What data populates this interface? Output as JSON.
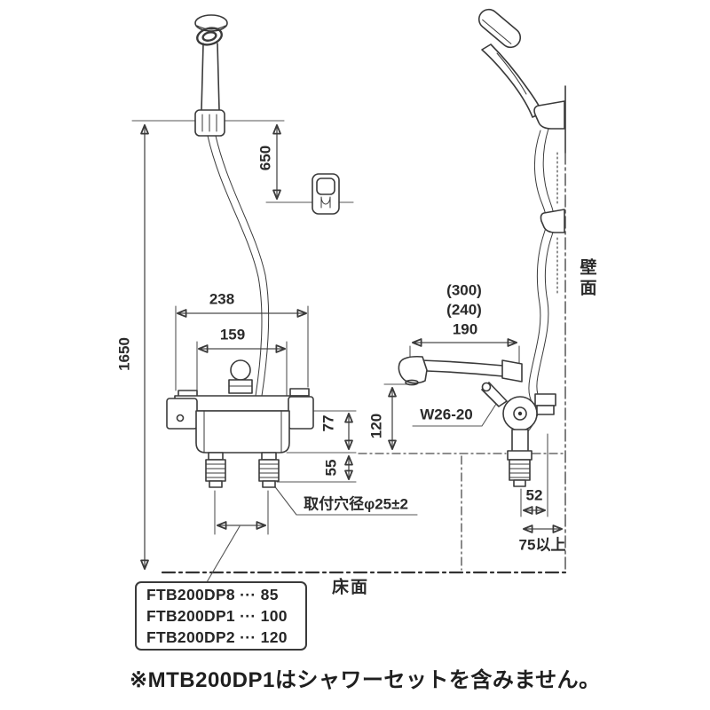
{
  "drawing": {
    "title_hint": "faucet-installation-dimension-diagram",
    "dims": {
      "total_height": "1650",
      "hook_offset": "650",
      "faucet_width": "238",
      "faucet_inner_width": "159",
      "spout_reach": "190",
      "spout_reach_opt_300": "(300)",
      "spout_reach_opt_240": "(240)",
      "spout_height": "120",
      "body_height": "77",
      "under_body": "55",
      "leg_to_hose": "52",
      "clearance_min": "75以上",
      "thread_label": "W26-20",
      "hole_label": "取付穴径φ25±2"
    },
    "wall_label": "壁面",
    "floor_label": "床面",
    "pitch_table": {
      "rows": [
        "FTB200DP8 ··· 85",
        "FTB200DP1 ··· 100",
        "FTB200DP2 ··· 120"
      ]
    },
    "note": "※MTB200DP1はシャワーセットを含みません。"
  },
  "colors": {
    "line": "#3a3a3a",
    "background": "#ffffff"
  }
}
